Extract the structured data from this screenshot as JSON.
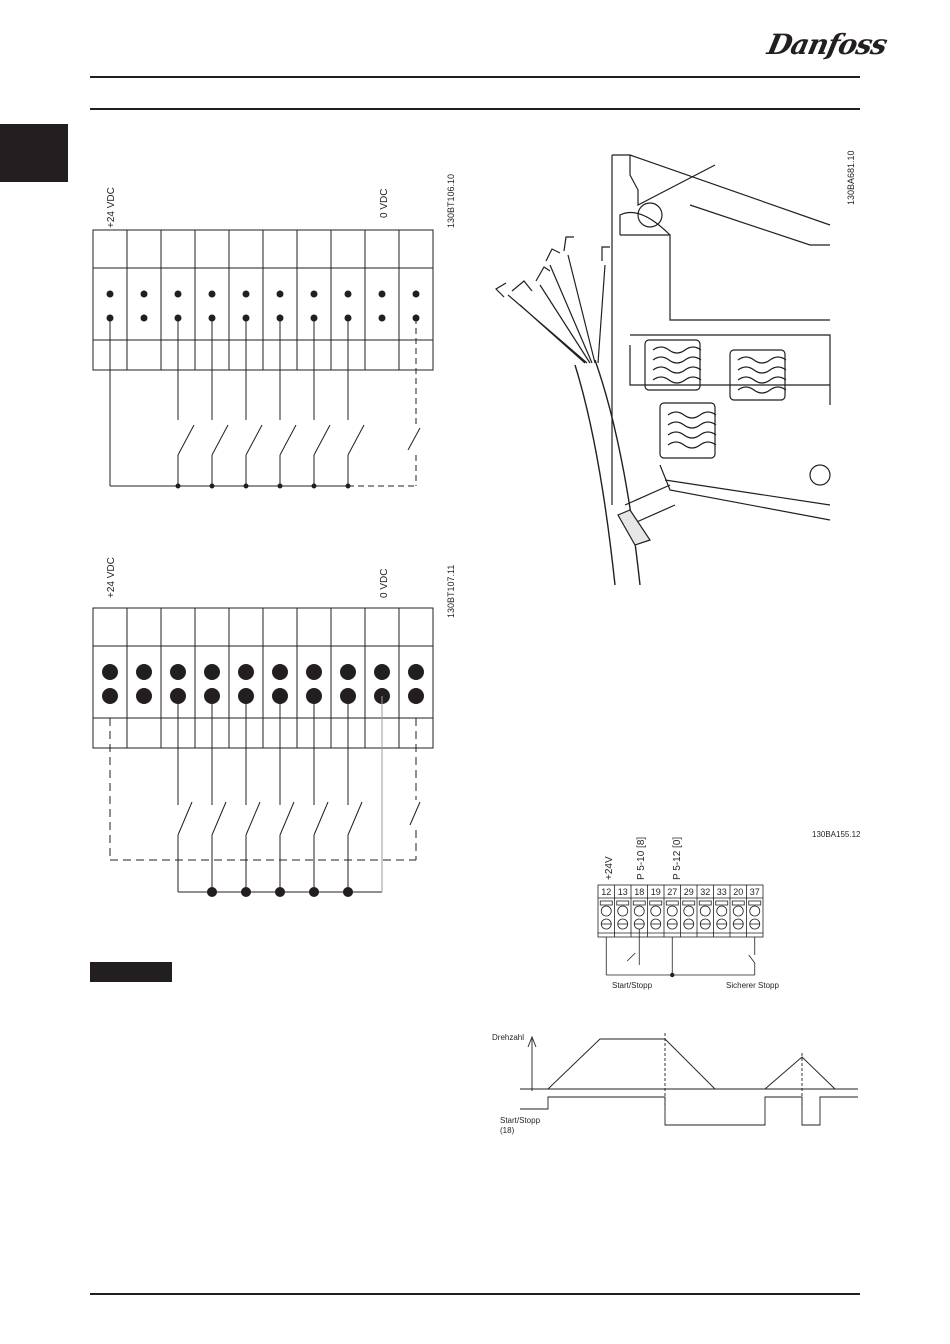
{
  "header": {
    "brand": "Danfoss"
  },
  "figures": {
    "pnp": {
      "label_24v": "+24 VDC",
      "label_0v": "0 VDC",
      "code": "130BT106.10"
    },
    "npn": {
      "label_24v": "+24 VDC",
      "label_0v": "0 VDC",
      "code": "130BT107.11"
    },
    "cable": {
      "code": "130BA681.10"
    },
    "terminals": {
      "code": "130BA155.12",
      "top_labels": [
        "+24V",
        "P 5-10 [8]",
        "P 5-12 [0]"
      ],
      "numbers": [
        "12",
        "13",
        "18",
        "19",
        "27",
        "29",
        "32",
        "33",
        "20",
        "37"
      ],
      "start_stop": "Start/Stopp",
      "safe_stop": "Sicherer Stopp"
    },
    "timing": {
      "speed_label": "Drehzahl",
      "start_label": "Start/Stopp",
      "start_sub": "(18)"
    }
  }
}
